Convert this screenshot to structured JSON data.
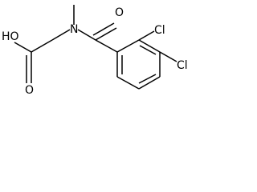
{
  "molecule": {
    "atoms": {
      "hydroxyl": "HO",
      "carbonyl_acid_oxygen": "O",
      "nitrogen": "N",
      "amide_oxygen": "O",
      "chlorine_2": "Cl",
      "chlorine_3": "Cl"
    },
    "colors": {
      "bond": "#000000",
      "label": "#000000",
      "background": "#ffffff"
    }
  }
}
